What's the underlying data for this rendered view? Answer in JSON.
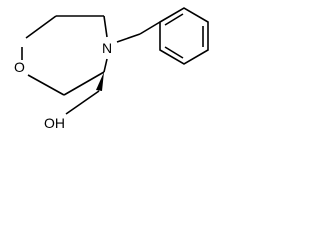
{
  "molecule": {
    "atoms": {
      "ring_oxygen": "O",
      "ring_nitrogen": "N",
      "hydroxyl": "OH"
    }
  }
}
